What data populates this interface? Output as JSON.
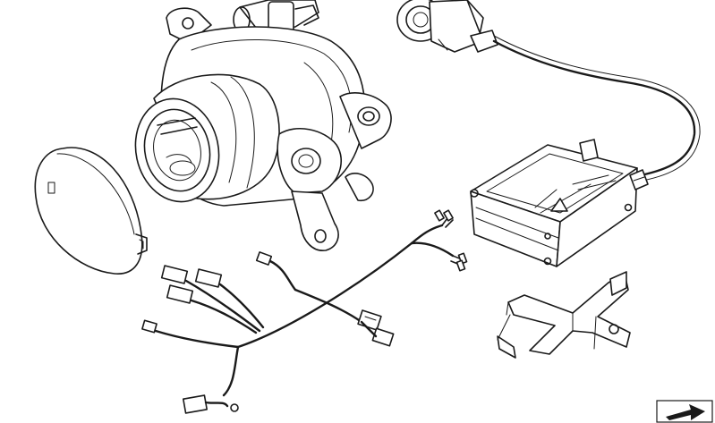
{
  "diagram": {
    "parts": [
      {
        "id": "fog-lamp-housing",
        "icon": "headlamp-icon"
      },
      {
        "id": "lamp-cover",
        "icon": "round-cover-icon"
      },
      {
        "id": "bulb-socket",
        "icon": "bulb-socket-icon"
      },
      {
        "id": "ignition-cable",
        "icon": "cable-icon"
      },
      {
        "id": "control-unit",
        "icon": "ballast-box-icon"
      },
      {
        "id": "wiring-harness",
        "icon": "harness-icon"
      },
      {
        "id": "mounting-bracket",
        "icon": "bracket-icon"
      },
      {
        "id": "navigation-arrow",
        "icon": "arrow-right-icon"
      }
    ],
    "colors": {
      "line": "#1a1a1a",
      "background": "#ffffff",
      "fill": "#d9d9d9"
    }
  }
}
